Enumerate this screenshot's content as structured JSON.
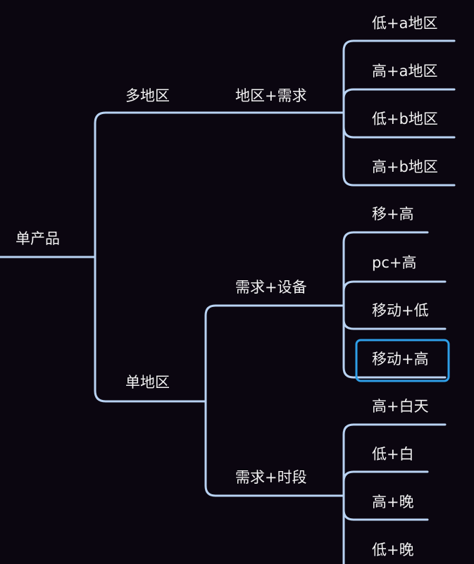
{
  "root": {
    "label": "单产品"
  },
  "branches": {
    "multi_region": {
      "label": "多地区",
      "sub": {
        "label": "地区+需求",
        "leaves": [
          "低+a地区",
          "高+a地区",
          "低+b地区",
          "高+b地区"
        ]
      }
    },
    "single_region": {
      "label": "单地区",
      "subs": [
        {
          "label": "需求+设备",
          "leaves": [
            "移+高",
            "pc+高",
            "移动+低",
            "移动+高"
          ]
        },
        {
          "label": "需求+时段",
          "leaves": [
            "高+白天",
            "低+白",
            "高+晚",
            "低+晚"
          ]
        }
      ]
    }
  },
  "selected_leaf": "移动+高",
  "colors": {
    "background": "#0b0610",
    "line": "#b9d3f3",
    "highlight": "#2f9fe8",
    "text": "#f2f2f2"
  }
}
